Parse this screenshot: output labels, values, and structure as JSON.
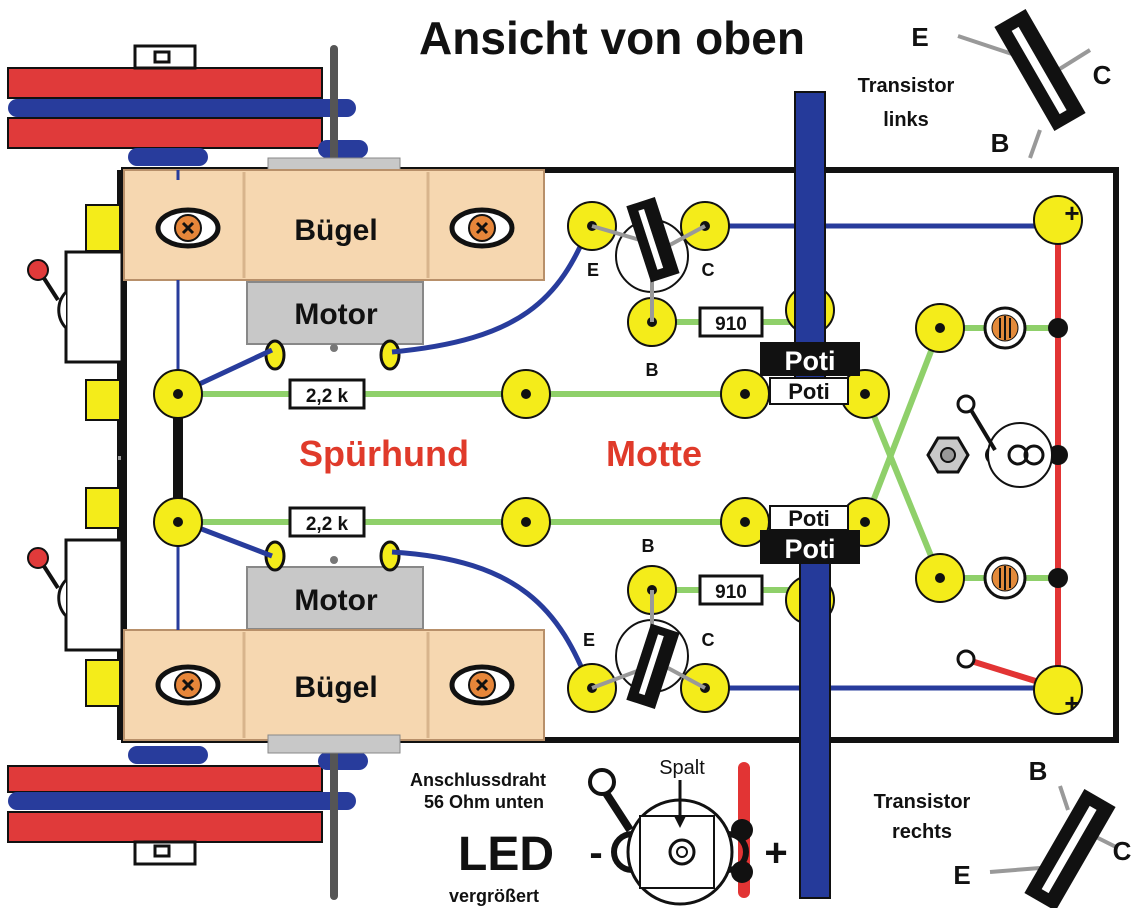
{
  "title": "Ansicht von oben",
  "labels": {
    "buegel": "Bügel",
    "motor": "Motor",
    "poti": "Poti",
    "spuerhund": "Spürhund",
    "motte": "Motte",
    "r_22k": "2,2 k",
    "r_910": "910",
    "pin_e": "E",
    "pin_b": "B",
    "pin_c": "C",
    "plus": "+",
    "minus": "-",
    "transistor": "Transistor",
    "links": "links",
    "rechts": "rechts",
    "anschluss_line1": "Anschlussdraht",
    "anschluss_line2": "56 Ohm unten",
    "led": "LED",
    "vergroessert": "vergrößert",
    "spalt": "Spalt"
  },
  "colors": {
    "board_border": "#111111",
    "motor_block": "#f6d7b0",
    "motor_body": "#c8c8c8",
    "track_red": "#e03a3a",
    "track_blue": "#283c9c",
    "wire_green": "#8fd06a",
    "wire_red": "#e23434",
    "pad_yellow": "#f4ec1a",
    "text_red": "#e03a2a",
    "poti_blue": "#253a9a"
  }
}
